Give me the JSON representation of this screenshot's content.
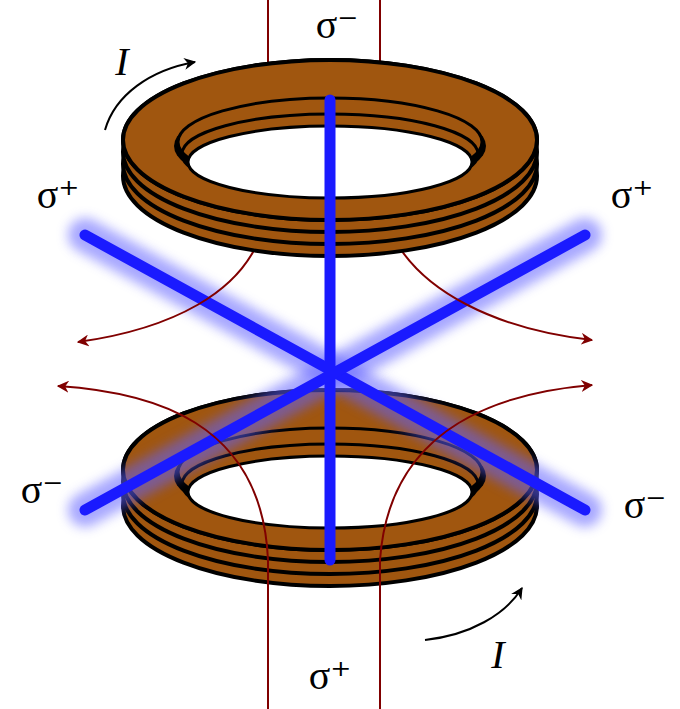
{
  "diagram": {
    "labels": [
      "I",
      "σ⁻",
      "σ⁺",
      "σ⁺",
      "σ⁻",
      "σ⁻",
      "I",
      "σ⁺"
    ]
  }
}
